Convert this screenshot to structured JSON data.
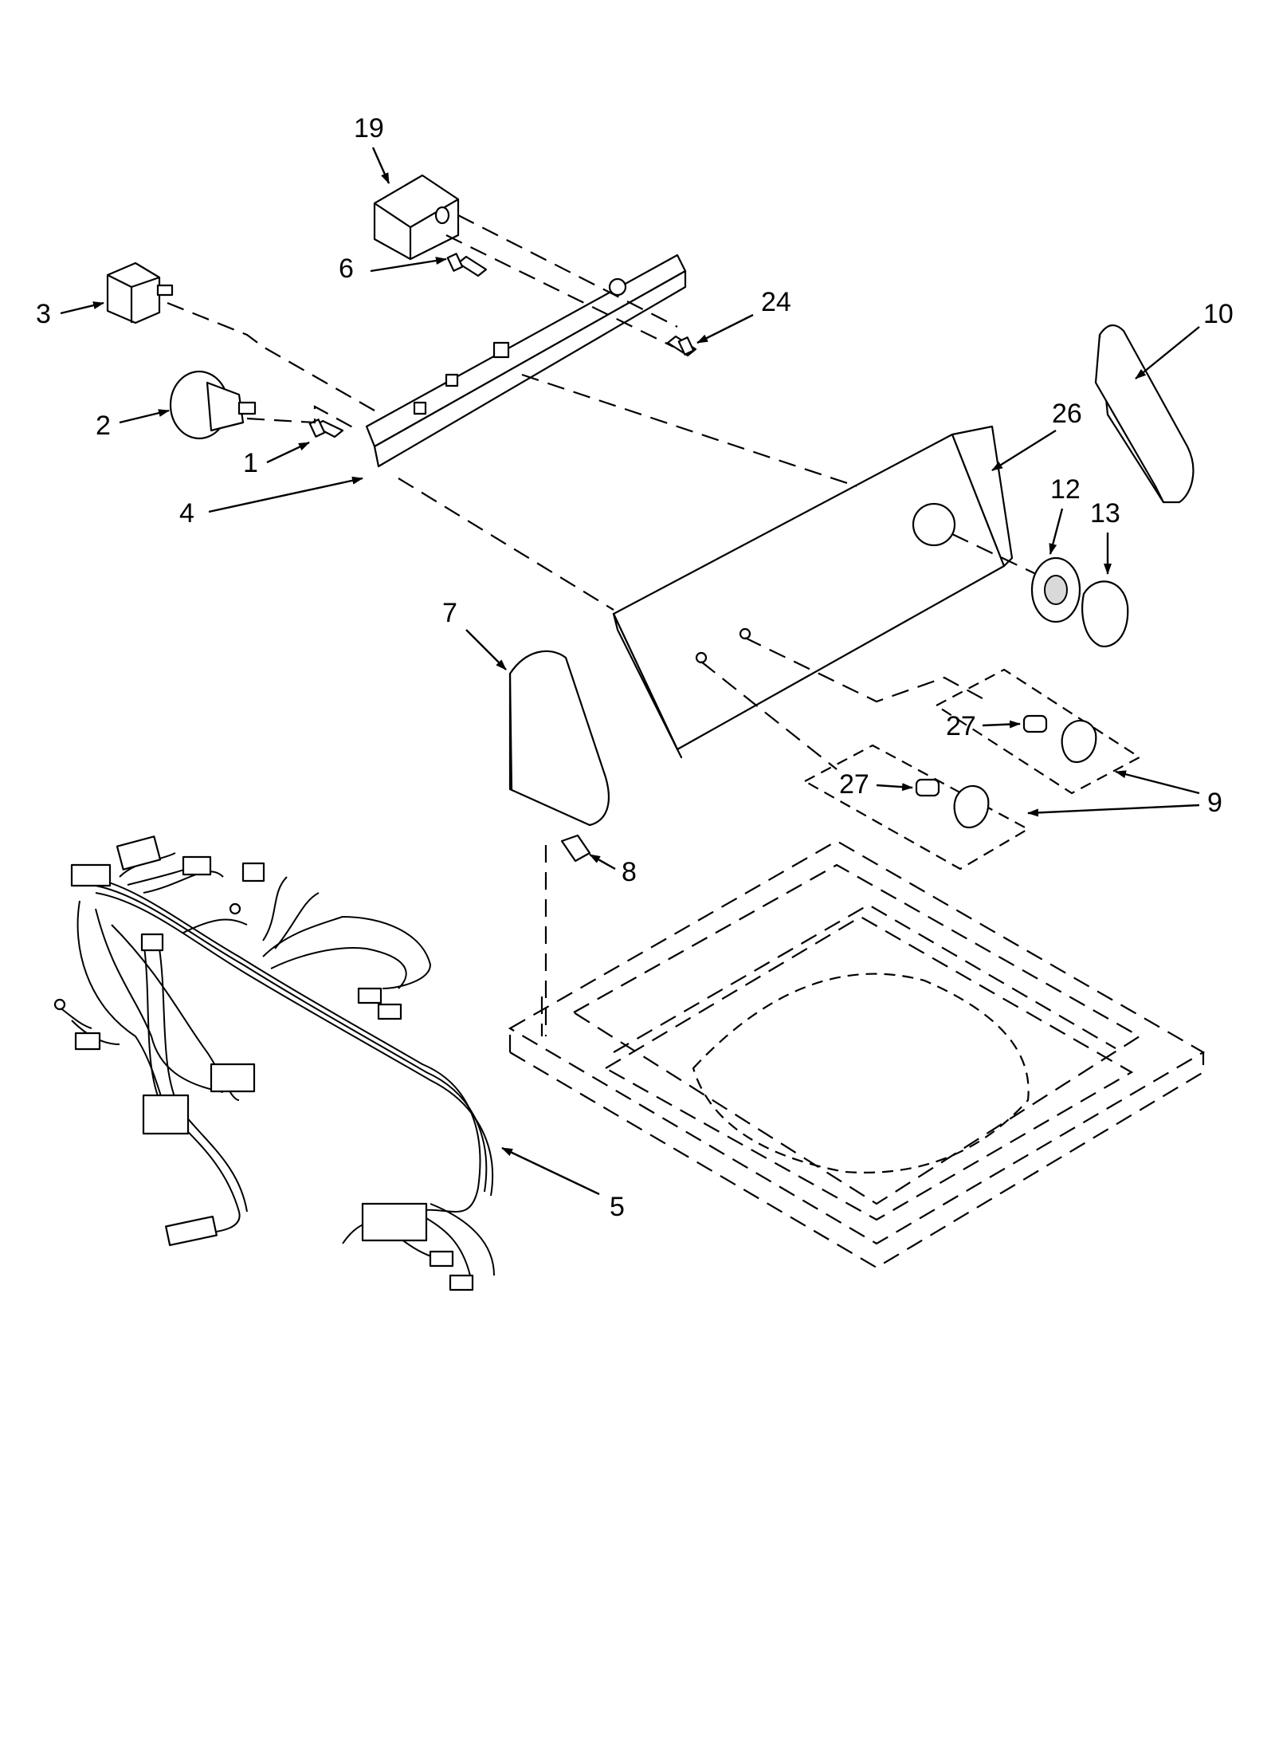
{
  "callouts": {
    "c1": "1",
    "c2": "2",
    "c3": "3",
    "c4": "4",
    "c5": "5",
    "c6": "6",
    "c7": "7",
    "c8": "8",
    "c9": "9",
    "c10": "10",
    "c12": "12",
    "c13": "13",
    "c19": "19",
    "c24": "24",
    "c26": "26",
    "c27a": "27",
    "c27b": "27"
  }
}
